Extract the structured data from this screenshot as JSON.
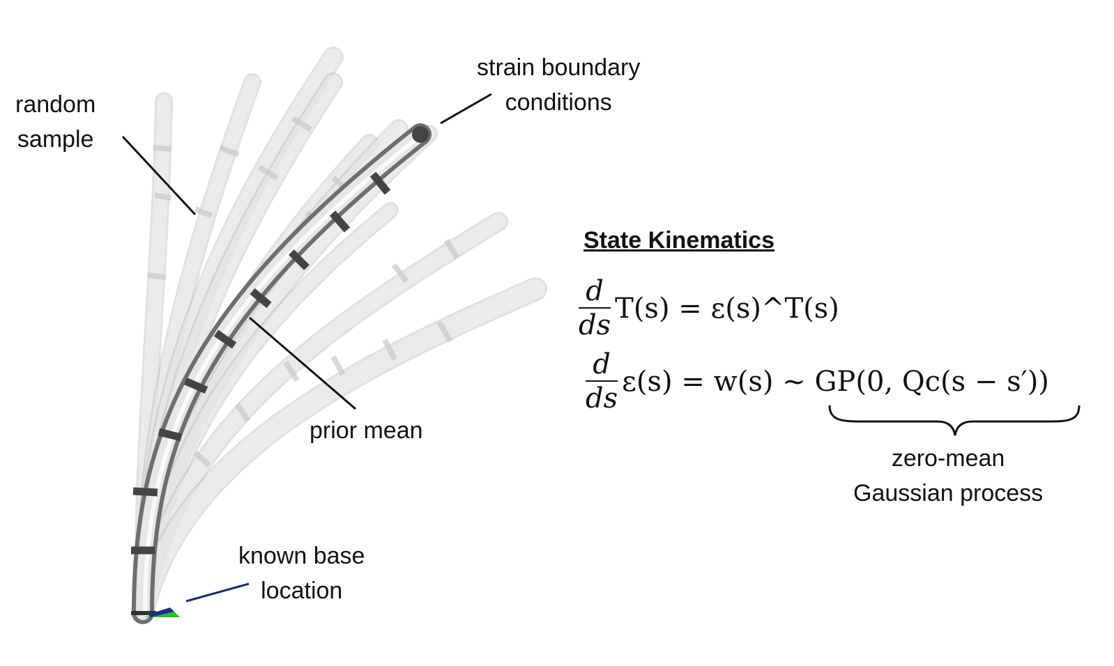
{
  "labels": {
    "random_sample": [
      "random",
      "sample"
    ],
    "strain_boundary": [
      "strain boundary",
      "conditions"
    ],
    "prior_mean": "prior mean",
    "known_base": [
      "known base",
      "location"
    ],
    "zero_mean_gp": [
      "zero-mean",
      "Gaussian process"
    ]
  },
  "state_kinematics": {
    "heading": "State Kinematics",
    "eq1": {
      "num": "d",
      "den": "ds",
      "rhs": "T(s) = ε(s)^T(s)"
    },
    "eq2": {
      "num": "d",
      "den": "ds",
      "rhs": "ε(s) = w(s) ~ GP(0, Qc(s − s′))"
    }
  },
  "colors": {
    "sample_fill": "#eeeeee",
    "sample_stroke": "#bdbdbd",
    "mean_dark": "#5a5a5a",
    "mean_light": "#dcdcdc",
    "base_blue": "#1a2f8a",
    "base_green": "#2bbf2b",
    "leader_line": "#111111",
    "base_leader": "#1a2f6a"
  },
  "icons": {
    "base_frame": "coordinate-frame-icon"
  }
}
